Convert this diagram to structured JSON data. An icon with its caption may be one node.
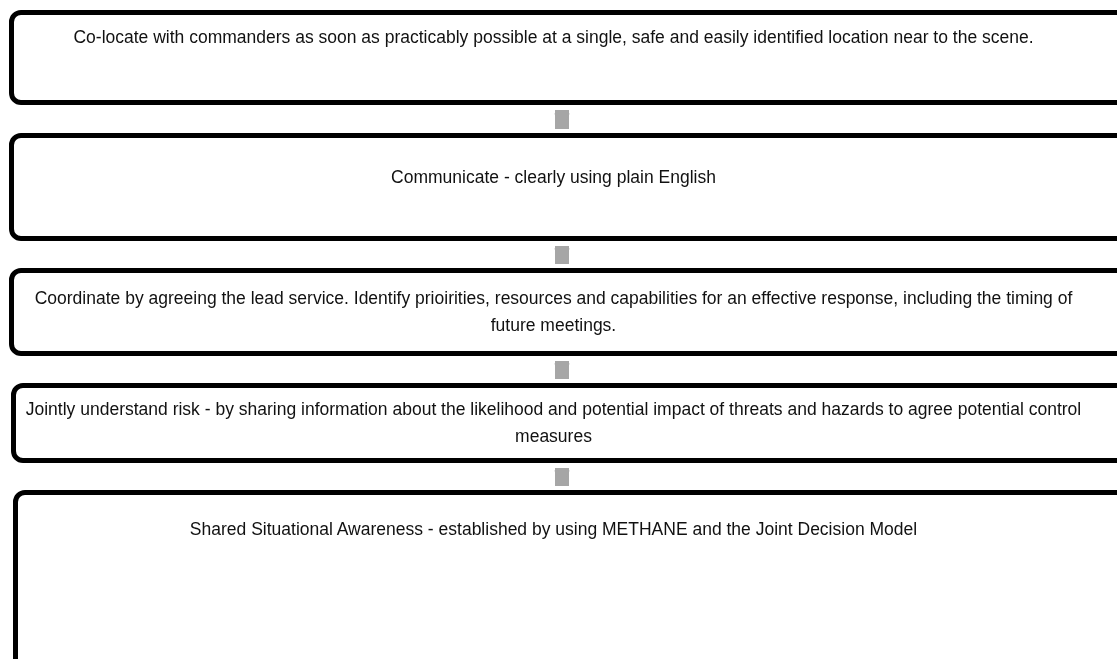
{
  "diagram": {
    "nodes": [
      {
        "text": [
          "Co-locate with commanders as soon as practicably possible at a single, safe and easily identified location near to the scene."
        ]
      },
      {
        "text": [
          "Communicate - clearly using plain English"
        ]
      },
      {
        "text": [
          "Coordinate by agreeing the lead service. Identify prioirities, resources and capabilities for an effective response, including the timing of future meetings."
        ]
      },
      {
        "text": [
          "Jointly understand risk - by sharing information about the likelihood and potential impact of threats and hazards to agree potential control measures"
        ]
      },
      {
        "text": [
          "Shared Situational Awareness - established by using METHANE and the Joint Decision Model"
        ]
      }
    ],
    "edges": [
      {
        "from": 0,
        "to": 1,
        "arrow": "to"
      },
      {
        "from": 1,
        "to": 2,
        "arrow": "to"
      },
      {
        "from": 2,
        "to": 3,
        "arrow": "to"
      },
      {
        "from": 3,
        "to": 4,
        "arrow": "to"
      }
    ]
  }
}
